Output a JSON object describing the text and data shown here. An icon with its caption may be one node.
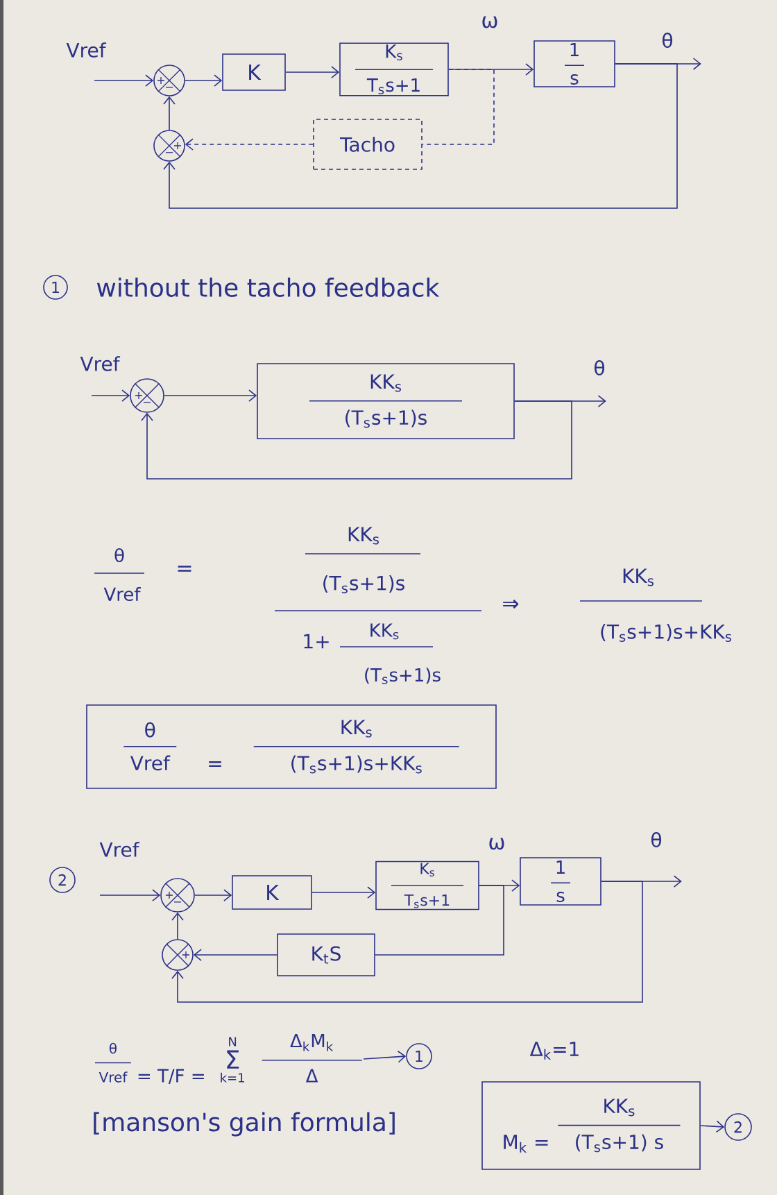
{
  "diagram": {
    "nodes": [
      {
        "text": [
          "+",
          "−"
        ]
      },
      {
        "text": [
          "K"
        ]
      },
      {
        "text": [
          "K$_{s}$",
          "T$_{s}$s+1"
        ]
      },
      {
        "text": [
          "1",
          "s"
        ]
      },
      {
        "text": [
          "Tacho"
        ]
      },
      {
        "text": [
          "+",
          "−"
        ]
      },
      {
        "text": [
          "1"
        ]
      },
      {
        "text": [
          "+",
          "−"
        ]
      },
      {
        "text": [
          "KK$_{s}$",
          "(T$_{s}$s+1)s"
        ]
      },
      {
        "text": [
          "θ",
          "Vref",
          "=",
          "KK$_{s}$",
          "(T$_{s}$s+1)s+KK$_{s}$"
        ]
      },
      {
        "text": [
          "2"
        ]
      },
      {
        "text": [
          "+",
          "−"
        ]
      },
      {
        "text": [
          "K"
        ]
      },
      {
        "text": [
          "K$_{s}$",
          "T$_{s}$s+1"
        ]
      },
      {
        "text": [
          "1",
          "s"
        ]
      },
      {
        "text": [
          "K$_{t}$S"
        ]
      },
      {
        "text": [
          "+"
        ]
      },
      {
        "text": [
          "θ",
          "Vref",
          "= T/F =",
          "N",
          "Σ",
          "k=1",
          "Δ$_{k}$M$_{k}$",
          "Δ"
        ]
      },
      {
        "text": [
          "1"
        ]
      },
      {
        "text": [
          "M$_{k}$ =",
          "KK$_{s}$",
          "(T$_{s}$s+1) s"
        ]
      },
      {
        "text": [
          "2"
        ]
      }
    ],
    "edges": [
      {
        "from": null,
        "to": 0,
        "arrow": "to"
      },
      {
        "from": 0,
        "to": 1,
        "arrow": "to"
      },
      {
        "from": 1,
        "to": 2,
        "arrow": "to"
      },
      {
        "from": 2,
        "to": 3,
        "arrow": "to"
      },
      {
        "from": 3,
        "to": null,
        "arrow": "to"
      },
      {
        "from": 2,
        "to": 4,
        "arrow": "none",
        "style": "dashed"
      },
      {
        "from": 4,
        "to": 5,
        "arrow": "to",
        "style": "dashed"
      },
      {
        "from": 3,
        "to": 5,
        "arrow": "to"
      },
      {
        "from": 5,
        "to": 0,
        "arrow": "to"
      },
      {
        "from": null,
        "to": 7,
        "arrow": "to"
      },
      {
        "from": 7,
        "to": 8,
        "arrow": "to"
      },
      {
        "from": 8,
        "to": null,
        "arrow": "to"
      },
      {
        "from": 8,
        "to": 7,
        "arrow": "to"
      },
      {
        "from": null,
        "to": 11,
        "arrow": "to"
      },
      {
        "from": 11,
        "to": 12,
        "arrow": "to"
      },
      {
        "from": 12,
        "to": 13,
        "arrow": "to"
      },
      {
        "from": 13,
        "to": 14,
        "arrow": "to"
      },
      {
        "from": 14,
        "to": null,
        "arrow": "to"
      },
      {
        "from": 13,
        "to": 15,
        "arrow": "none"
      },
      {
        "from": 15,
        "to": 16,
        "arrow": "to"
      },
      {
        "from": 16,
        "to": 11,
        "arrow": "to"
      },
      {
        "from": 14,
        "to": 16,
        "arrow": "to"
      },
      {
        "from": 17,
        "to": 18,
        "arrow": "to"
      },
      {
        "from": 19,
        "to": 20,
        "arrow": "to"
      }
    ],
    "labels": [
      "Vref",
      "ω",
      "θ",
      "without the tacho feedback",
      "Vref",
      "θ",
      "θ",
      "Vref",
      "=",
      "KK$_{s}$",
      "(T$_{s}$s+1)s",
      "1+",
      "KK$_{s}$",
      "(T$_{s}$s+1)s",
      "⇒",
      "KK$_{s}$",
      "(T$_{s}$s+1)s+KK$_{s}$",
      "Vref",
      "ω",
      "θ",
      "Δ$_{k}$=1",
      "[manson's gain formula]"
    ]
  }
}
